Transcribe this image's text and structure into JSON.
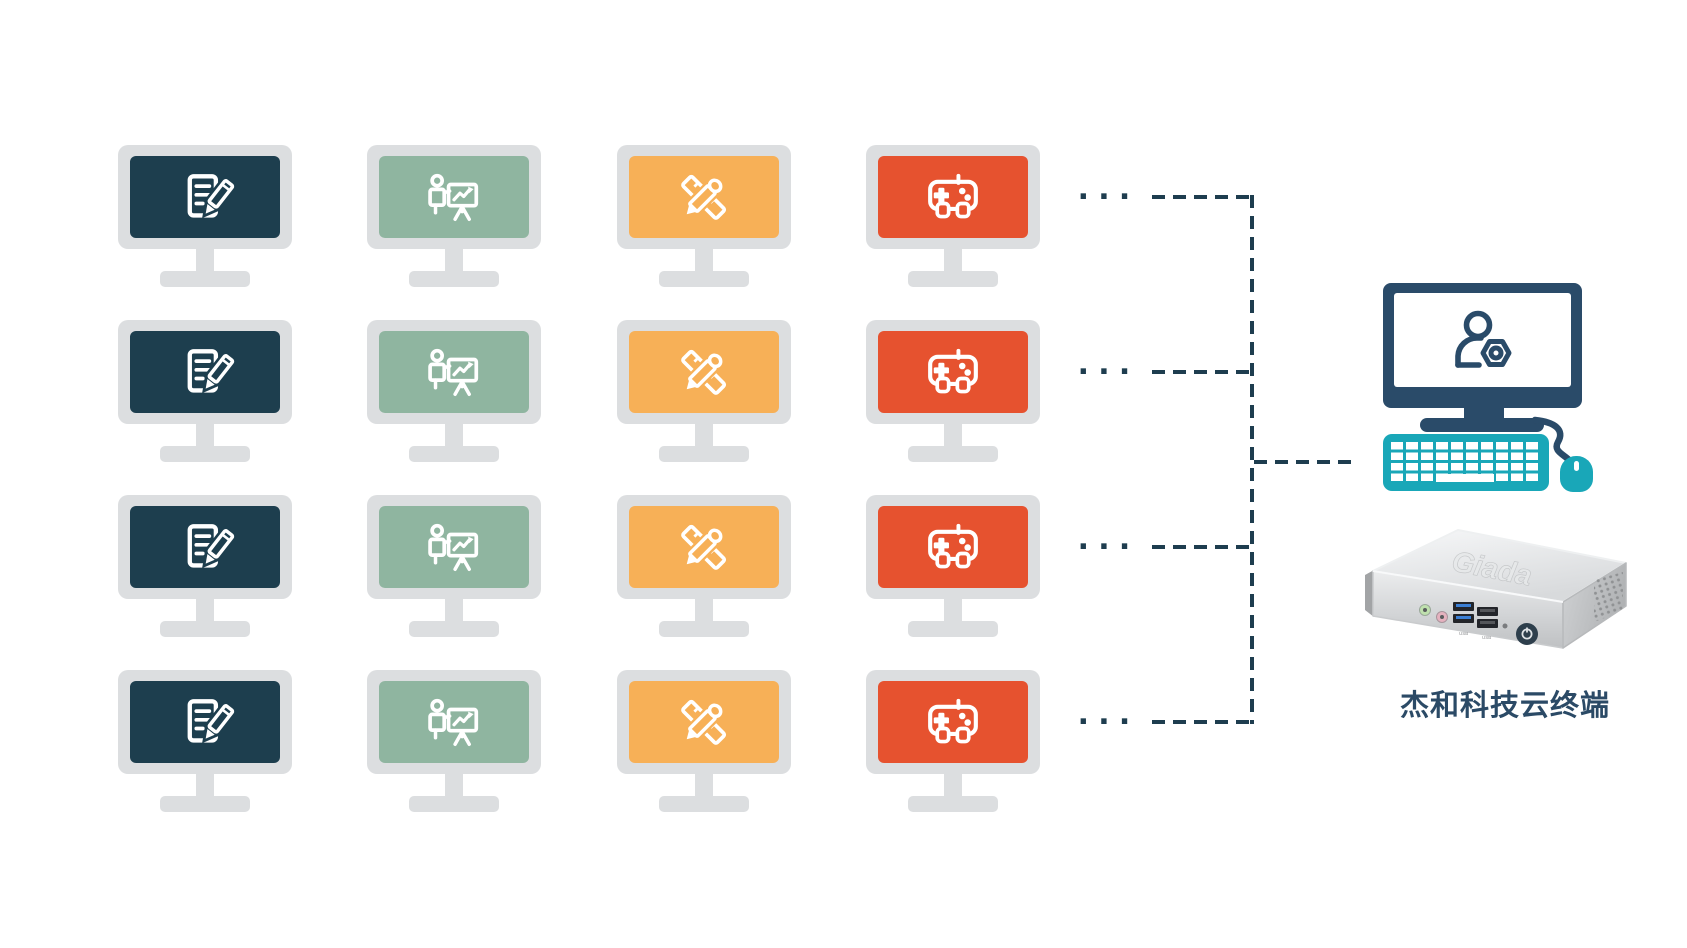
{
  "page": {
    "background": "#ffffff"
  },
  "grid": {
    "rows": 4,
    "bezel_color": "#dcdee0",
    "columns": [
      {
        "name": "office-document-workstations",
        "icon": "document-edit-icon",
        "screen_color": "#1d3e4e"
      },
      {
        "name": "presentation-training-workstations",
        "icon": "presentation-chart-icon",
        "screen_color": "#8fb5a0"
      },
      {
        "name": "design-drafting-workstations",
        "icon": "ruler-pencil-icon",
        "screen_color": "#f7b057"
      },
      {
        "name": "gaming-entertainment-workstations",
        "icon": "gamepad-icon",
        "screen_color": "#e6522f"
      }
    ],
    "more_rows_indicator": "···"
  },
  "connectors": {
    "style": "dashed",
    "color": "#1e3d4f"
  },
  "terminal": {
    "caption": "杰和科技云终端",
    "caption_color": "#2b4a66",
    "monitor_color": "#2a4b69",
    "peripheral_color": "#19a7b8",
    "screen_icon": "user-gear-icon",
    "device": {
      "logo": "Giada",
      "port_labels": [
        "USB",
        "USB"
      ],
      "ports": [
        "audio-jack",
        "mic-jack",
        "usb3-ports",
        "usb2-ports",
        "led-hole",
        "power-button"
      ]
    }
  }
}
